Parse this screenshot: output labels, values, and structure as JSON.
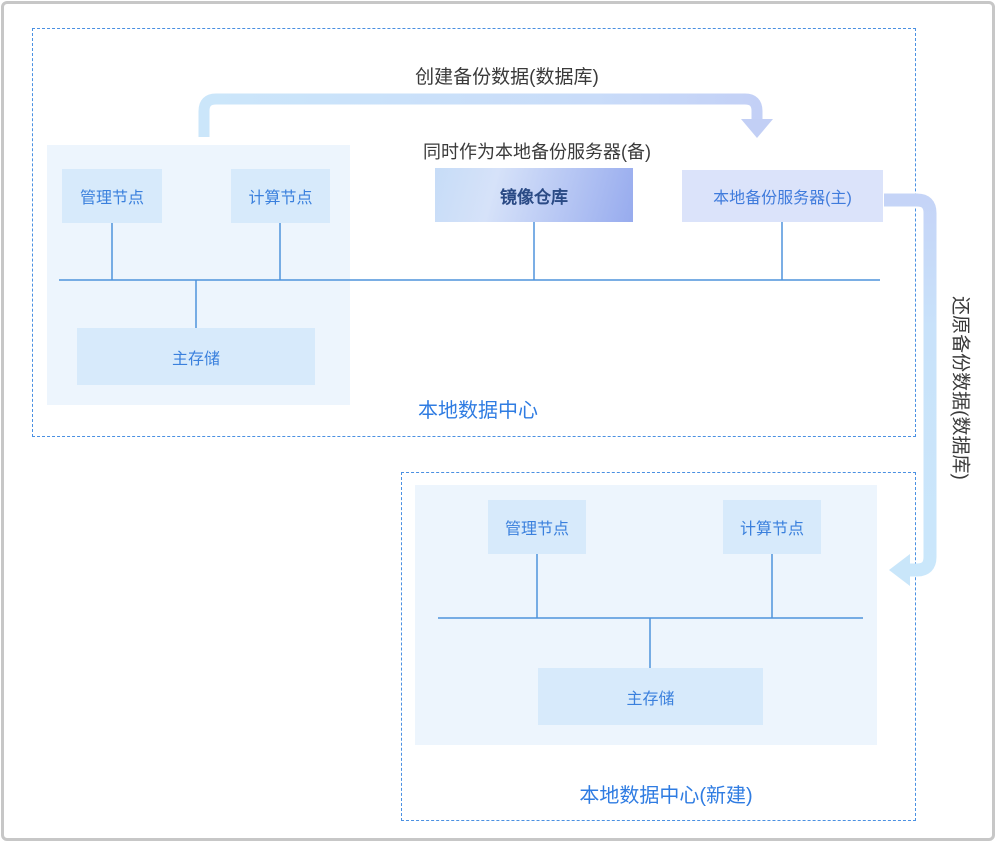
{
  "labels": {
    "create_backup": "创建备份数据(数据库)",
    "standby_note": "同时作为本地备份服务器(备)",
    "restore_backup": "还原备份数据(数据库)"
  },
  "dc1": {
    "title": "本地数据中心",
    "nodes": {
      "management": "管理节点",
      "compute": "计算节点",
      "mirror_repo": "镜像仓库",
      "local_backup_primary": "本地备份服务器(主)",
      "primary_storage": "主存储"
    }
  },
  "dc2": {
    "title": "本地数据中心(新建)",
    "nodes": {
      "management": "管理节点",
      "compute": "计算节点",
      "primary_storage": "主存储"
    }
  },
  "colors": {
    "node_fill": "#d7eafb",
    "node_text": "#3a80dd",
    "panel_fill": "#edf5fd",
    "lavender_fill": "#dbe3fa",
    "mirror_gradient_start": "#c6dcf7",
    "mirror_gradient_end": "#97abee",
    "mirror_text": "#2a4a85",
    "dashed_border": "#4a90e2",
    "bus_line": "#4f93dc",
    "arrow_sky": "#cbe6fa",
    "arrow_periwinkle": "#c3d0f6",
    "dc_title_blue": "#2f7ce2",
    "note_text": "#3a3a3a",
    "frame_gray": "#c7c7c7"
  }
}
